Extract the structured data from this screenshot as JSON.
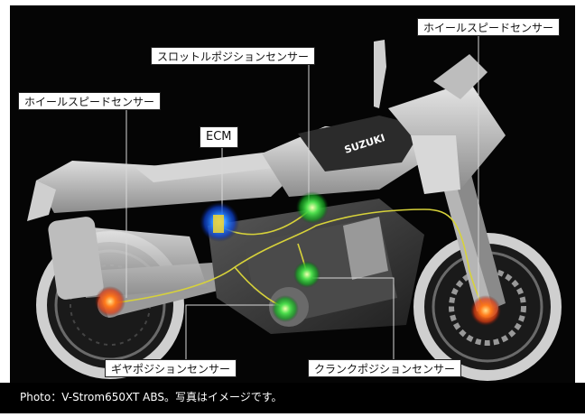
{
  "labels": {
    "wheel_speed_sensor_right": "ホイールスピードセンサー",
    "throttle_position_sensor": "スロットルポジションセンサー",
    "wheel_speed_sensor_left": "ホイールスピードセンサー",
    "ecm": "ECM",
    "gear_position_sensor": "ギヤポジションセンサー",
    "crank_position_sensor": "クランクポジションセンサー"
  },
  "caption": "Photo：V-Strom650XT ABS。写真はイメージです。",
  "bike_logo": "SUZUKI",
  "colors": {
    "background": "#0a0a0a",
    "ecm_glow": "#1e6fff",
    "sensor_glow_green": "#3ccf3c",
    "sensor_glow_orange": "#ff6a1a",
    "wiring": "#d7d23a"
  }
}
